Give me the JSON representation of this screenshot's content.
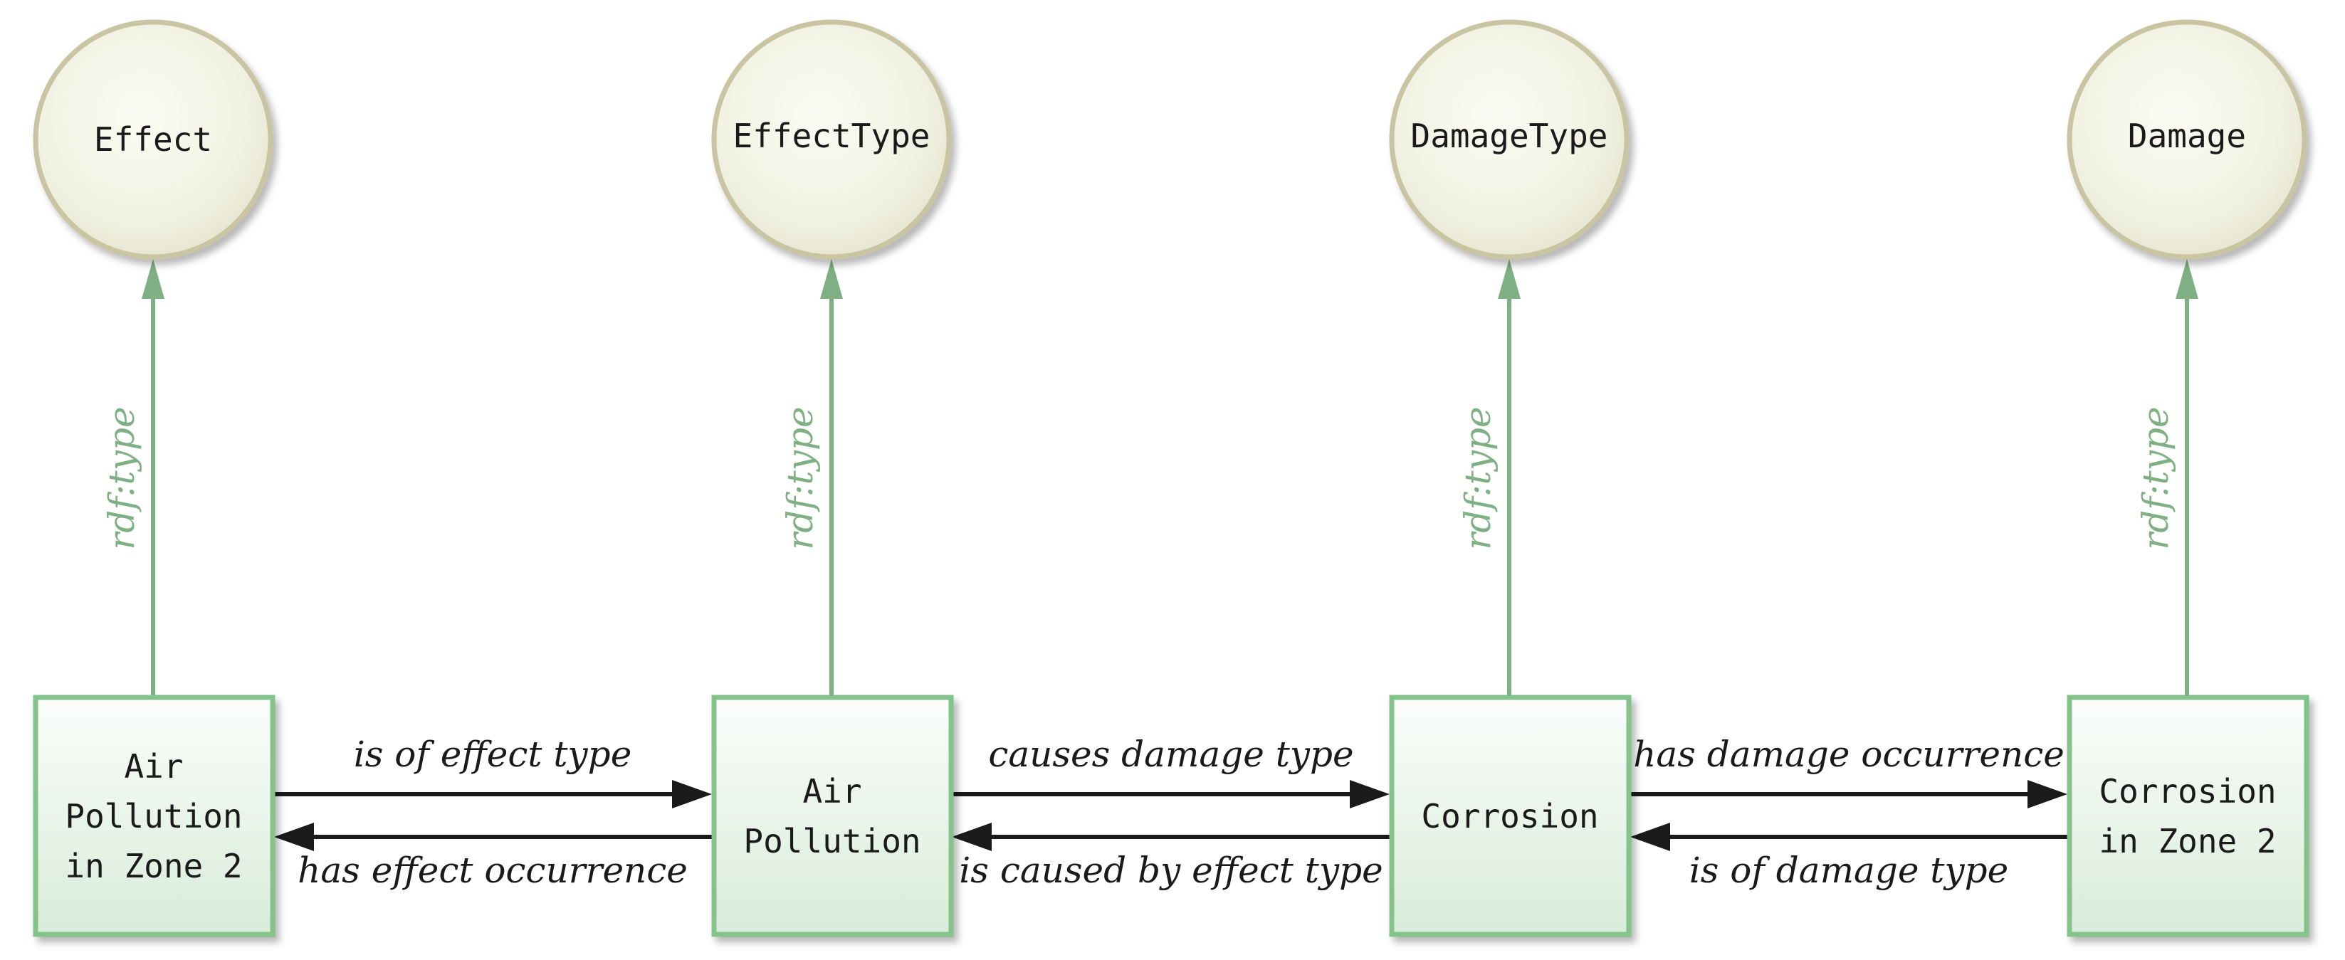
{
  "colors": {
    "instance_border": "#84c48a",
    "type_edge": "#7fb083",
    "class_fill": "#f3f3e6",
    "class_border": "#c9c4a2",
    "relation_arrow": "#1a1a1a"
  },
  "classes": [
    {
      "label": "Effect"
    },
    {
      "label": "EffectType"
    },
    {
      "label": "DamageType"
    },
    {
      "label": "Damage"
    }
  ],
  "instances": [
    {
      "lines": [
        "Air",
        "Pollution",
        "in Zone 2"
      ]
    },
    {
      "lines": [
        "Air",
        "Pollution"
      ]
    },
    {
      "lines": [
        "Corrosion"
      ]
    },
    {
      "lines": [
        "Corrosion",
        "in Zone 2"
      ]
    }
  ],
  "type_edge_label": "rdf:type",
  "relations": [
    {
      "forward": "is of effect type",
      "backward": "has effect occurrence"
    },
    {
      "forward": "causes damage type",
      "backward": "is caused by effect type"
    },
    {
      "forward": "has damage occurrence",
      "backward": "is of damage type"
    }
  ]
}
